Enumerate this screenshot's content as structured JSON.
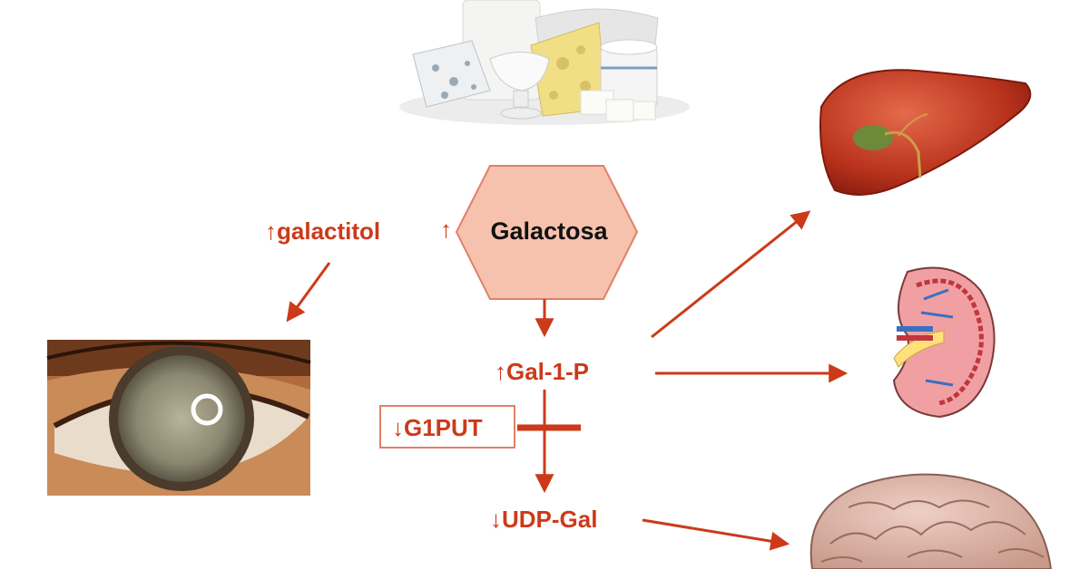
{
  "hub": {
    "label": "Galactosa",
    "arrow": "↑"
  },
  "metabolites": {
    "galactitol": "↑galactitol",
    "gal1p": "↑Gal-1-P",
    "udpgal": "↓UDP-Gal"
  },
  "enzyme": {
    "label": "↓G1PUT"
  },
  "colors": {
    "accent": "#cc3a1a",
    "hexagon_fill": "#f7c2ad",
    "hexagon_stroke": "#e0806a"
  },
  "images": [
    "dairy-products",
    "cataract-eye",
    "liver",
    "kidney",
    "brain"
  ]
}
